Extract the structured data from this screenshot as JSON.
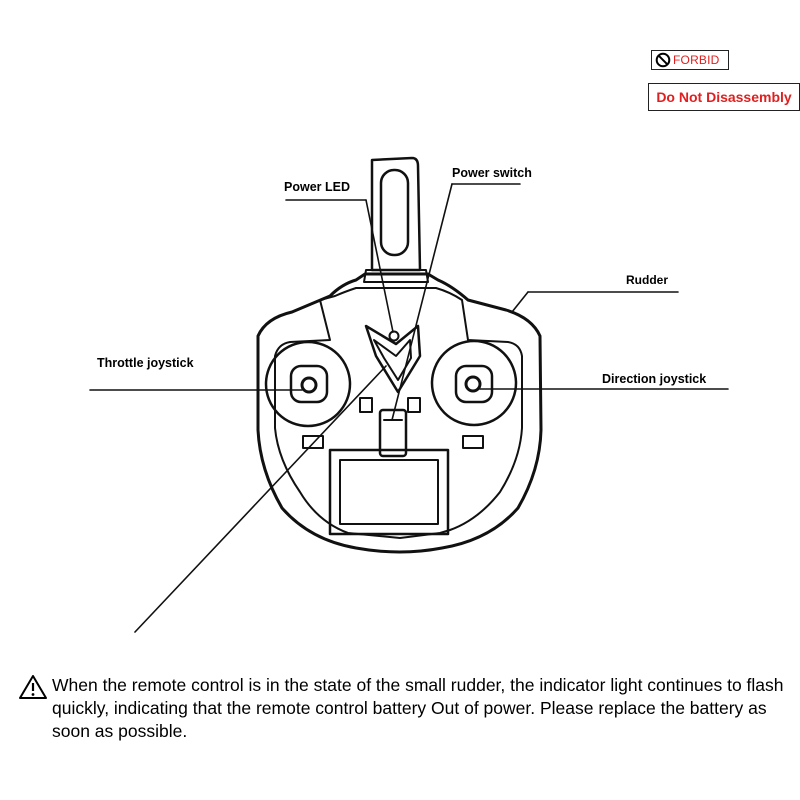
{
  "badges": {
    "forbid_label": "FORBID",
    "disassembly_label": "Do Not Disassembly"
  },
  "labels": {
    "power_led": "Power LED",
    "power_switch": "Power switch",
    "rudder": "Rudder",
    "throttle_joystick": "Throttle joystick",
    "direction_joystick": "Direction joystick"
  },
  "notice": {
    "text": "When the remote control is in the state of the small rudder, the indicator light continues to flash quickly, indicating that the remote control battery Out of power. Please replace the battery as soon as possible."
  },
  "colors": {
    "warning_red": "#e02020",
    "line": "#111111"
  },
  "icons": {
    "forbid": "prohibited-icon",
    "warning": "warning-triangle-icon"
  }
}
